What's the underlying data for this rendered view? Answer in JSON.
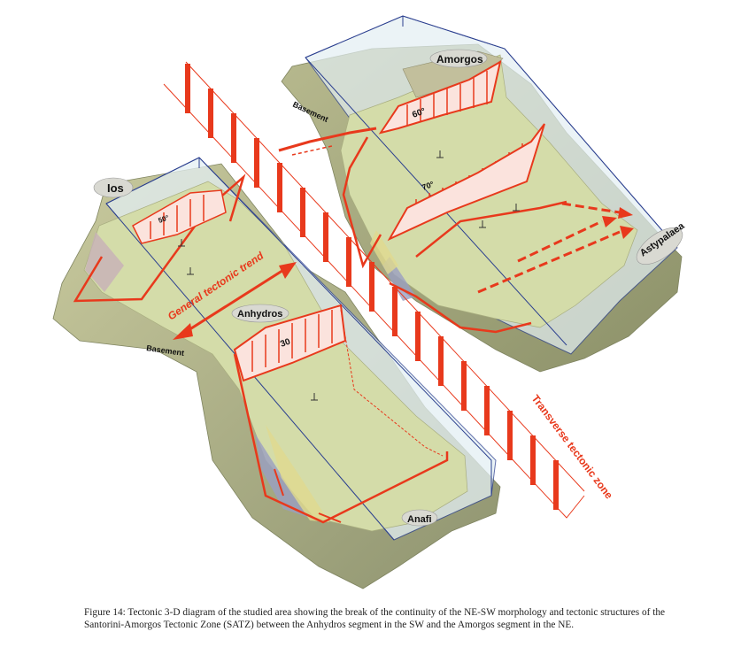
{
  "labels": {
    "ios": "Ios",
    "amorgos": "Amorgos",
    "basement_ne": "Basement",
    "basement_sw": "Basement",
    "anhydros": "Anhydros",
    "astypalaea": "Astypalaea",
    "anafi": "Anafi",
    "general_trend": "General tectonic trend",
    "transverse_zone": "Transverse tectonic zone",
    "dip_60": "60°",
    "dip_50": "50°",
    "dip_30": "30",
    "dip_70": "70°"
  },
  "caption": {
    "line1": "Figure 14: Tectonic 3-D diagram of the studied area showing the break of the continuity of the NE-SW morphology and tectonic structures of the",
    "line2": "Santorini-Amorgos Tectonic Zone (SATZ) between the Anhydros segment in the SW and the Amorgos segment in the NE."
  },
  "colors": {
    "fault_red": "#e8391c",
    "terrain_green": "#d3dba8",
    "basement_gray": "#b9bb92",
    "water_blue": "#dfeef4",
    "box_blue": "#2b3f8f"
  }
}
